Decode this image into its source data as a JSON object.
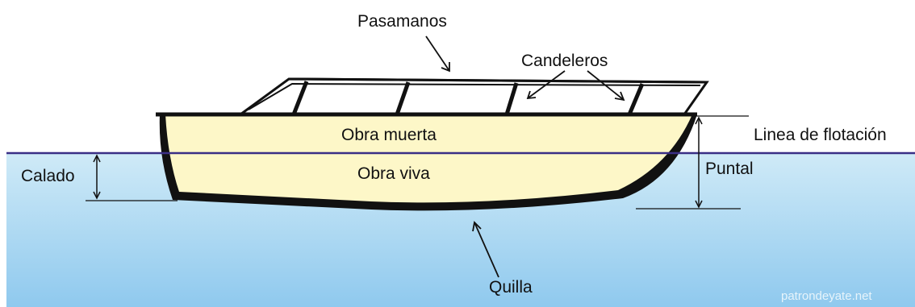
{
  "diagram": {
    "labels": {
      "pasamanos": "Pasamanos",
      "candeleros": "Candeleros",
      "obra_muerta": "Obra muerta",
      "obra_viva": "Obra viva",
      "linea_flotacion": "Linea de flotación",
      "calado": "Calado",
      "puntal": "Puntal",
      "quilla": "Quilla"
    },
    "watermark": "patrondeyate.net",
    "colors": {
      "water_top": "#cfeaf7",
      "water_bottom": "#8fc9ee",
      "waterline": "#3a2f86",
      "hull": "#fdf7c8",
      "outline": "#111111"
    }
  }
}
